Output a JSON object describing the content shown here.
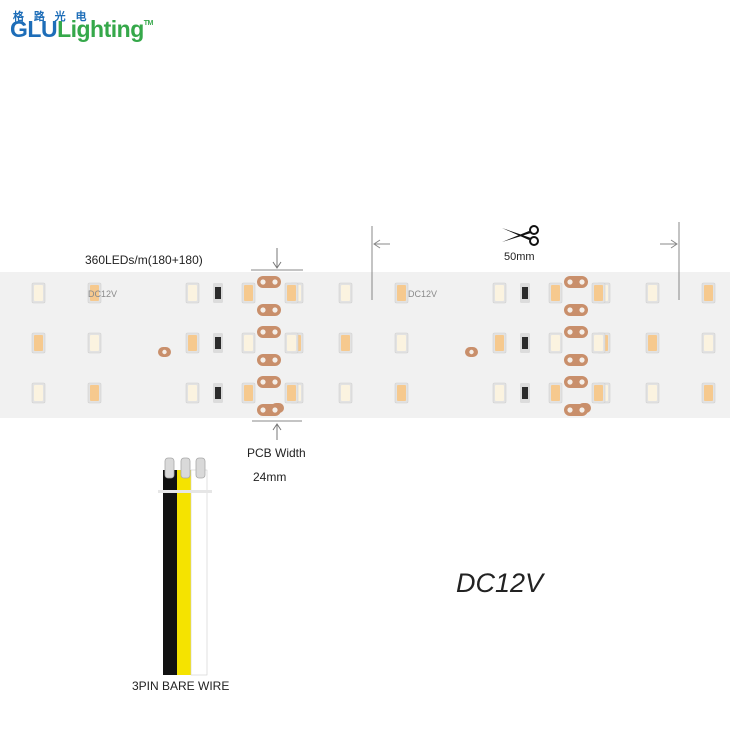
{
  "brand": {
    "chinese_name": "格 路 光 电",
    "name_part1": "GLU",
    "name_part2": "Lighting",
    "trademark": "TM"
  },
  "strip": {
    "density_label": "360LEDs/m(180+180)",
    "cut_length_label": "50mm",
    "pcb_width_label": "PCB Width",
    "pcb_width_value": "24mm",
    "voltage_marking": "DC12V",
    "led_color_warm": "#f6c98e",
    "led_color_cool": "#fbf3e0",
    "pad_color": "#c98f6b",
    "pcb_color": "#f1f1f1"
  },
  "wire": {
    "label": "3PIN BARE WIRE",
    "colors": [
      "#111111",
      "#f5e300",
      "#ffffff"
    ]
  },
  "voltage": {
    "label": "DC12V"
  },
  "icons": {
    "scissors": "scissors-icon"
  }
}
